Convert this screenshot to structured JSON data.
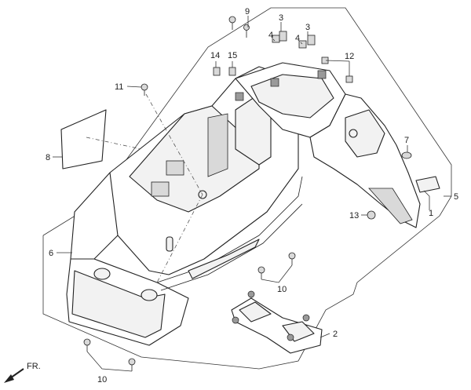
{
  "callouts": {
    "c1": "1",
    "c2": "2",
    "c3a": "3",
    "c3b": "3",
    "c4a": "4",
    "c4b": "4",
    "c5": "5",
    "c6": "6",
    "c7": "7",
    "c8": "8",
    "c9": "9",
    "c10a": "10",
    "c10b": "10",
    "c11": "11",
    "c12": "12",
    "c13": "13",
    "c14": "14",
    "c15": "15"
  },
  "direction": {
    "label": "FR."
  },
  "icons": {
    "front_arrow": "arrow-down-left-icon"
  }
}
